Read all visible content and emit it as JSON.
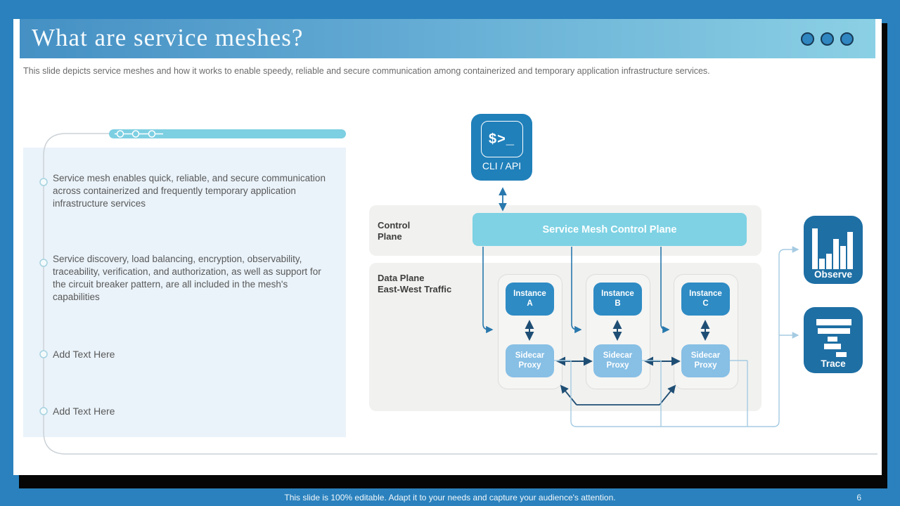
{
  "header": {
    "title": "What are service meshes?",
    "window_dots_count": 3
  },
  "subtitle": "This slide depicts service meshes and how it works to enable speedy, reliable and secure communication among containerized and temporary application infrastructure services.",
  "bullets": {
    "items": [
      {
        "text": "Service mesh enables quick, reliable, and secure communication across containerized and frequently temporary application infrastructure services"
      },
      {
        "text": "Service discovery, load balancing, encryption, observability, traceability, verification, and authorization, as well as support for the circuit breaker pattern, are all included in the mesh's capabilities"
      },
      {
        "text": "Add Text Here"
      },
      {
        "text": "Add Text Here"
      }
    ]
  },
  "diagram": {
    "cli": {
      "glyph": "$>_",
      "label": "CLI / API"
    },
    "control_plane": {
      "row_label": "Control\nPlane",
      "bar_label": "Service Mesh Control Plane"
    },
    "data_plane": {
      "row_label": "Data Plane\nEast-West  Traffic"
    },
    "groups": [
      {
        "instance": "Instance\nA"
      },
      {
        "instance": "Instance\nB"
      },
      {
        "instance": "Instance\nC"
      }
    ],
    "proxy_label": "Sidecar\nProxy",
    "observe_label": "Observe",
    "trace_label": "Trace"
  },
  "footer": {
    "note": "This slide is 100% editable. Adapt it to your needs and capture your audience's attention.",
    "page_number": "6"
  },
  "colors": {
    "page_blue": "#2a81bd",
    "header_gradient_start": "#4590c4",
    "header_gradient_end": "#8bd0e4",
    "control_bar_cyan": "#7ed2e4",
    "instance_blue": "#2e8bc4",
    "proxy_blue": "#87bfe5",
    "icon_navy": "#1e6fa4",
    "cli_blue": "#2080ba",
    "arrow_navy": "#1f4e74",
    "arrow_mid": "#2878ad",
    "connector_light": "#a5cbe2",
    "panel_light": "#eaf3fa"
  }
}
